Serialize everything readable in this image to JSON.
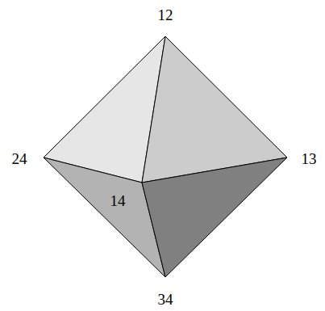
{
  "diagram": {
    "labels": [
      "12",
      "24",
      "13",
      "14",
      "34"
    ]
  }
}
